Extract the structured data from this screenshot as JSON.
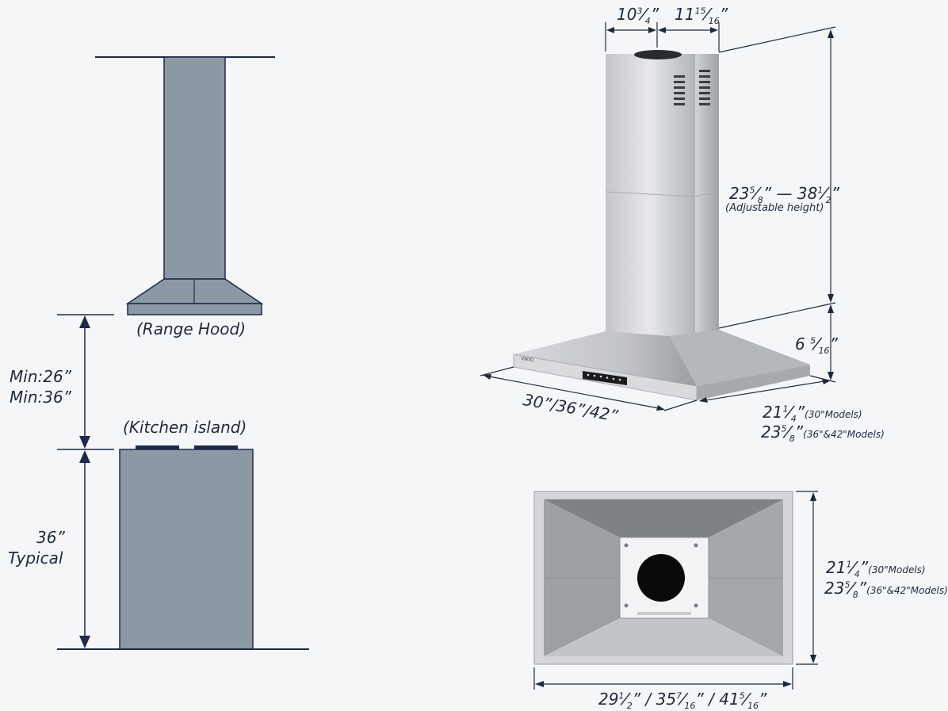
{
  "left_diagram": {
    "range_hood_label": "(Range Hood)",
    "kitchen_island_label": "(Kitchen island)",
    "min_distance_1": "Min:26”",
    "min_distance_2": "Min:36”",
    "island_height": "36”",
    "island_height_note": "Typical"
  },
  "perspective_view": {
    "top_width_a": {
      "whole": "10",
      "num": "3",
      "den": "4"
    },
    "top_width_b": {
      "whole": "11",
      "num": "15",
      "den": "16"
    },
    "height_range_from": {
      "whole": "23",
      "num": "5",
      "den": "8"
    },
    "height_range_to": {
      "whole": "38",
      "num": "1",
      "den": "2"
    },
    "height_note": "(Adjustable height)",
    "canopy_height": {
      "whole": "6",
      "num": "5",
      "den": "16"
    },
    "front_width": "30”/36”/42”",
    "depth_30": {
      "whole": "21",
      "num": "1",
      "den": "4",
      "note": "(30\"Models)"
    },
    "depth_36_42": {
      "whole": "23",
      "num": "5",
      "den": "8",
      "note": "(36\"&42\"Models)"
    },
    "brand": "VIKIO"
  },
  "bottom_view": {
    "depth_30": {
      "whole": "21",
      "num": "1",
      "den": "4",
      "note": "(30\"Models)"
    },
    "depth_36_42": {
      "whole": "23",
      "num": "5",
      "den": "8",
      "note": "(36\"&42\"Models)"
    },
    "width_1": {
      "whole": "29",
      "num": "1",
      "den": "2"
    },
    "width_2": {
      "whole": "35",
      "num": "7",
      "den": "16"
    },
    "width_3": {
      "whole": "41",
      "num": "5",
      "den": "16"
    }
  },
  "colors": {
    "navy": "#1e2a4a",
    "slate": "#8c98a4",
    "steel_light": "#e2e4e6",
    "steel_mid": "#b8bcc0",
    "steel_dark": "#8e9296"
  }
}
